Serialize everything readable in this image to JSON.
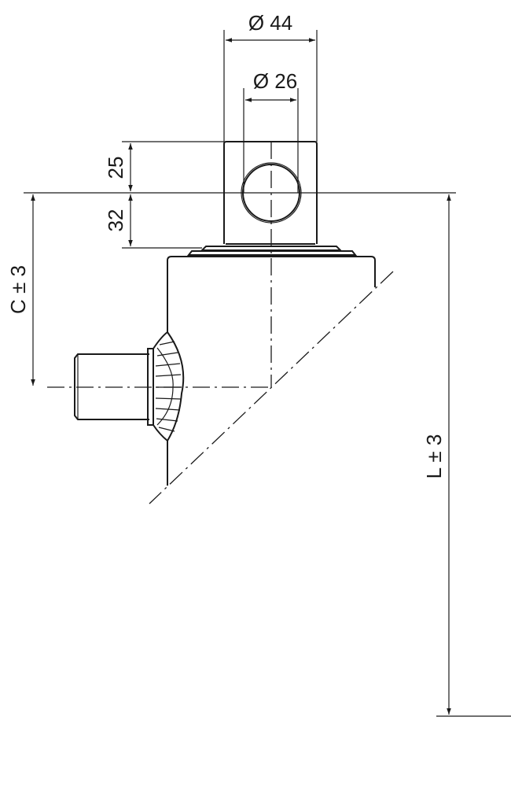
{
  "drawing": {
    "dimensions": {
      "outer_diameter": "Ø 44",
      "bore_diameter": "Ø 26",
      "head_upper": "25",
      "head_lower": "32",
      "port_offset": "C ± 3",
      "length": "L ± 3"
    },
    "colors": {
      "line": "#1a1a1a",
      "background": "#ffffff"
    }
  }
}
